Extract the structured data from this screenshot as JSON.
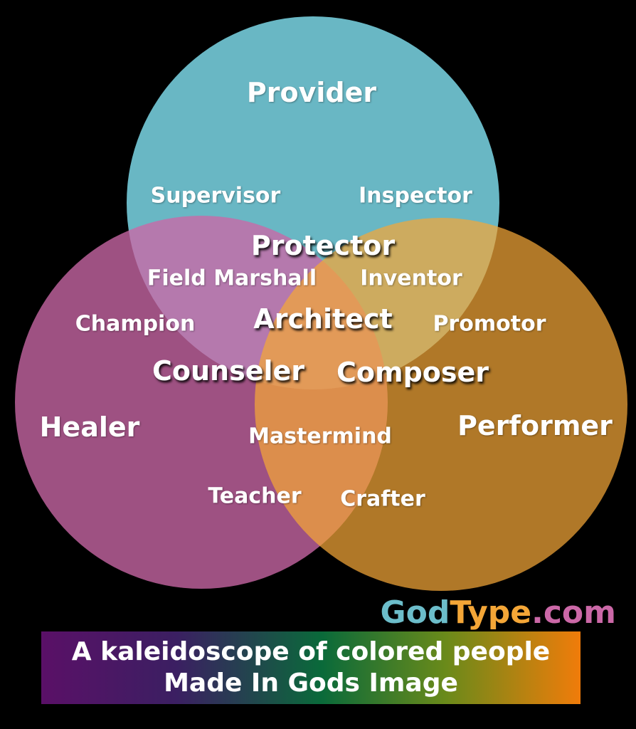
{
  "colors": {
    "top_circle": "#6cbdca",
    "left_circle": "#cb68a7",
    "right_circle": "#f4a637",
    "brand_god": "#6cbdca",
    "brand_type": "#f4a637",
    "brand_dotcom": "#cb68a7"
  },
  "circles": {
    "top": "Provider",
    "left": "Healer",
    "right": "Performer"
  },
  "labels": {
    "supervisor": "Supervisor",
    "inspector": "Inspector",
    "protector": "Protector",
    "field_marshall": "Field Marshall",
    "inventor": "Inventor",
    "champion": "Champion",
    "architect": "Architect",
    "promotor": "Promotor",
    "counseler": "Counseler",
    "composer": "Composer",
    "mastermind": "Mastermind",
    "teacher": "Teacher",
    "crafter": "Crafter"
  },
  "brand": {
    "god": "God",
    "type": "Type",
    "dotcom": ".com"
  },
  "banner": {
    "line1": "A kaleidoscope of colored people",
    "line2": "Made In Gods Image"
  }
}
